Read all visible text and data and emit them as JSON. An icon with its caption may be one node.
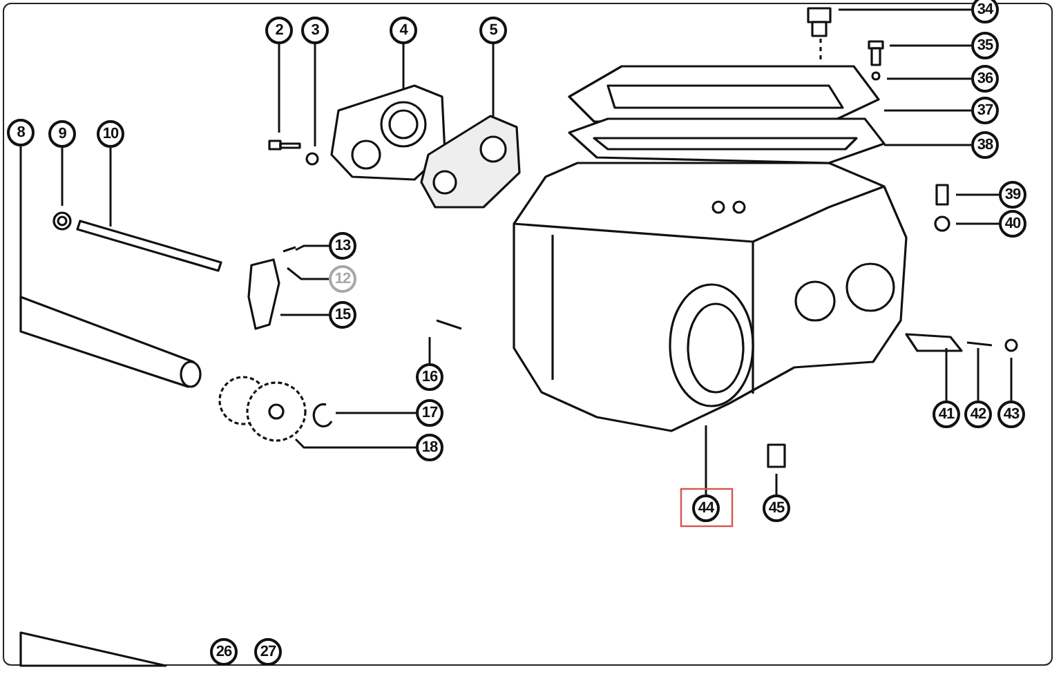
{
  "diagram": {
    "nodes": [
      {
        "text": [
          "2"
        ]
      },
      {
        "text": [
          "3"
        ]
      },
      {
        "text": [
          "4"
        ]
      },
      {
        "text": [
          "5"
        ]
      },
      {
        "text": [
          "8"
        ]
      },
      {
        "text": [
          "9"
        ]
      },
      {
        "text": [
          "10"
        ]
      },
      {
        "text": [
          "13"
        ]
      },
      {
        "text": [
          "12"
        ]
      },
      {
        "text": [
          "15"
        ]
      },
      {
        "text": [
          "16"
        ]
      },
      {
        "text": [
          "17"
        ]
      },
      {
        "text": [
          "18"
        ]
      },
      {
        "text": [
          "34"
        ]
      },
      {
        "text": [
          "35"
        ]
      },
      {
        "text": [
          "36"
        ]
      },
      {
        "text": [
          "37"
        ]
      },
      {
        "text": [
          "38"
        ]
      },
      {
        "text": [
          "39"
        ]
      },
      {
        "text": [
          "40"
        ]
      },
      {
        "text": [
          "41"
        ]
      },
      {
        "text": [
          "42"
        ]
      },
      {
        "text": [
          "43"
        ]
      },
      {
        "text": [
          "44"
        ]
      },
      {
        "text": [
          "45"
        ]
      },
      {
        "text": [
          "26"
        ]
      },
      {
        "text": [
          "27"
        ]
      }
    ],
    "edges": [
      {
        "from": 0,
        "to": null,
        "arrow": "none"
      },
      {
        "from": 1,
        "to": null,
        "arrow": "none"
      },
      {
        "from": 2,
        "to": null,
        "arrow": "none"
      },
      {
        "from": 3,
        "to": null,
        "arrow": "none"
      },
      {
        "from": 4,
        "to": null,
        "arrow": "none"
      },
      {
        "from": 5,
        "to": null,
        "arrow": "none"
      },
      {
        "from": 6,
        "to": null,
        "arrow": "none"
      },
      {
        "from": 7,
        "to": null,
        "arrow": "none"
      },
      {
        "from": 8,
        "to": null,
        "arrow": "none"
      },
      {
        "from": 9,
        "to": null,
        "arrow": "none"
      },
      {
        "from": 10,
        "to": null,
        "arrow": "none"
      },
      {
        "from": 11,
        "to": null,
        "arrow": "none"
      },
      {
        "from": 12,
        "to": null,
        "arrow": "none"
      },
      {
        "from": 13,
        "to": null,
        "arrow": "none"
      },
      {
        "from": 14,
        "to": null,
        "arrow": "none"
      },
      {
        "from": 15,
        "to": null,
        "arrow": "none"
      },
      {
        "from": 16,
        "to": null,
        "arrow": "none"
      },
      {
        "from": 17,
        "to": null,
        "arrow": "none"
      },
      {
        "from": 18,
        "to": null,
        "arrow": "none"
      },
      {
        "from": 19,
        "to": null,
        "arrow": "none"
      },
      {
        "from": 20,
        "to": null,
        "arrow": "none"
      },
      {
        "from": 21,
        "to": null,
        "arrow": "none"
      },
      {
        "from": 22,
        "to": null,
        "arrow": "none"
      },
      {
        "from": 23,
        "to": null,
        "arrow": "none"
      },
      {
        "from": 24,
        "to": null,
        "arrow": "none"
      }
    ]
  }
}
